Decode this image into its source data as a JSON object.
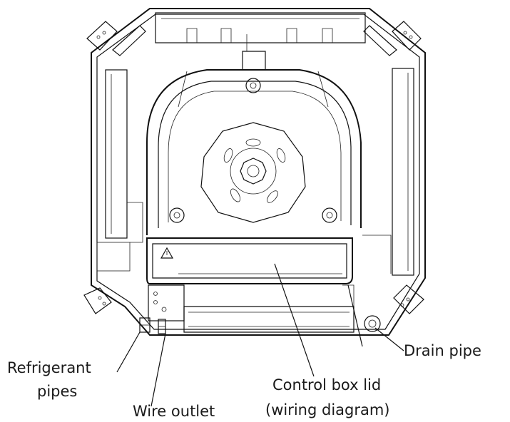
{
  "labels": {
    "refrigerant_line1": "Refrigerant",
    "refrigerant_line2": "pipes",
    "wire_outlet": "Wire outlet",
    "control_box_line1": "Control box lid",
    "control_box_line2": "(wiring diagram)",
    "drain_pipe": "Drain pipe"
  },
  "colors": {
    "stroke": "#111111",
    "text": "#1a1a1a",
    "background": "#ffffff"
  }
}
